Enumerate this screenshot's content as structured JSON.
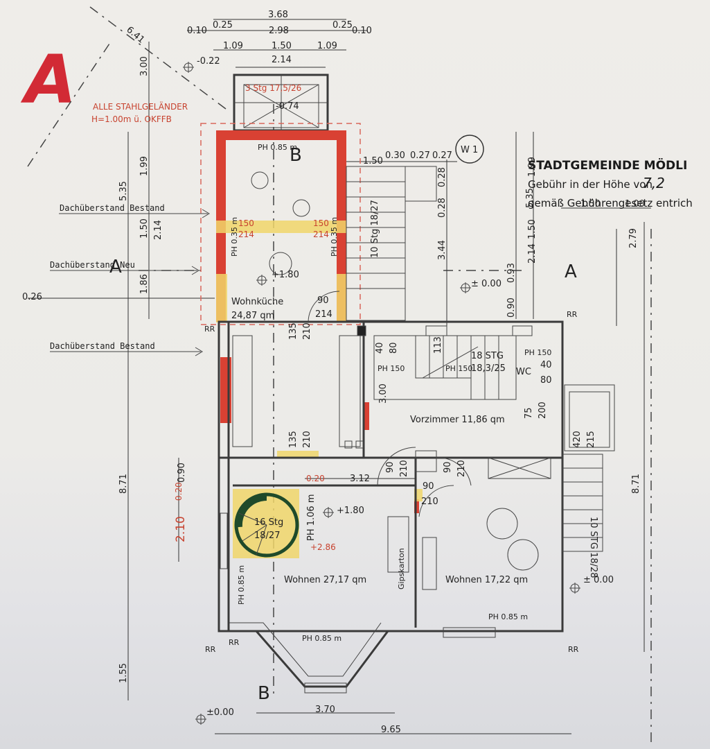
{
  "letters": {
    "big_a": "A",
    "section_left": "A",
    "section_right": "A",
    "section_b_top": "B",
    "section_b_bottom": "B"
  },
  "stamp": {
    "title": "STADTGEMEINDE MÖDLI",
    "line1": "Gebühr in der Höhe von",
    "line1_value": "7,2",
    "line2": "gemäß Gebührengesetz entrich"
  },
  "notes": {
    "railing_1": "ALLE STAHLGELÄNDER",
    "railing_2": "H=1.00m ü. OKFFB",
    "eave_1": "Dachüberstand Bestand",
    "eave_2": "Dachüberstand Neu",
    "eave_3": "Dachüberstand Bestand",
    "w1": "W 1",
    "rr_1": "RR",
    "rr_2": "RR",
    "rr_3": "RR",
    "rr_4": "RR",
    "rr_5": "RR"
  },
  "rooms": {
    "kitchen_name": "Wohnküche",
    "kitchen_area": "24,87 qm",
    "hall": "Vorzimmer 11,86 qm",
    "living_1": "Wohnen 27,17 qm",
    "living_2": "Wohnen 17,22 qm",
    "wc": "WC",
    "drywall": "Gipskarton"
  },
  "stairs": {
    "top_stair": "3 Stg 17,5/26",
    "side_stair": "10 Stg 18/27",
    "inner_stair_1": "18 STG",
    "inner_stair_2": "18,3/25",
    "right_stair": "10 STG 18/28",
    "spiral_1": "16 Stg",
    "spiral_2": "18/27"
  },
  "levels": {
    "top": "-0.74",
    "dim_top": "-0.22",
    "kitchen": "+1.80",
    "ground_right": "± 0.00",
    "living": "+1.80",
    "spiral": "+2.86",
    "right_low": "± 0.00",
    "bottom": "±0.00"
  },
  "parapets": {
    "ph_top": "PH 0.85 m",
    "ph_left": "PH 0.35 m",
    "ph_right": "PH 0.35 m",
    "ph_living": "PH 1.06 m",
    "ph_left_low": "PH 0.85 m",
    "ph_bay": "PH 0.85 m",
    "ph_right_low": "PH 0.85 m",
    "ph_wc": "PH 150",
    "ph_hall": "PH 150",
    "ph_stair": "PH 150"
  },
  "dimensions": {
    "d_368": "3.68",
    "d_010a": "0.10",
    "d_025a": "0.25",
    "d_298": "2.98",
    "d_025b": "0.25",
    "d_010b": "0.10",
    "d_109a": "1.09",
    "d_150": "1.50",
    "d_109b": "1.09",
    "d_214": "2.14",
    "d_641": "6.41",
    "d_300": "3.00",
    "d_199": "1.99",
    "d_535": "5.35",
    "d_150v": "1.50",
    "d_214v": "2.14",
    "d_186": "1.86",
    "d_026": "0.26",
    "d_150s": "1.50",
    "d_030": "0.30",
    "d_027a": "0.27",
    "d_027b": "0.27",
    "d_028a": "0.28",
    "d_028b": "0.28",
    "d_344": "3.44",
    "d_199r": "1.99",
    "d_535r": "5.35",
    "d_150r": "1.50",
    "d_214r": "2.14",
    "d_093": "0.93",
    "d_090r": "0.90",
    "d_279": "2.79",
    "d_150h": "1.50",
    "d_100": "1.00",
    "d_150w": "150",
    "d_214w": "214",
    "d_150w2": "150",
    "d_214w2": "214",
    "d_90": "90",
    "d_214d": "214",
    "d_210a": "210",
    "d_135a": "135",
    "d_40a": "40",
    "d_80a": "80",
    "d_113": "113",
    "d_40b": "40",
    "d_80b": "80",
    "d_300b": "3.00",
    "d_135b": "135",
    "d_210b": "210",
    "d_75": "75",
    "d_200": "200",
    "d_420": "420",
    "d_215": "215",
    "d_90a": "90",
    "d_210c": "210",
    "d_90b": "90",
    "d_210d": "210",
    "d_90c": "90",
    "d_210e": "210",
    "d_090": "0.90",
    "d_020a": "0.20",
    "d_020b": "0.20",
    "d_312": "3.12",
    "d_210red": "2.10",
    "d_871": "8.71",
    "d_871r": "8.71",
    "d_155": "1.55",
    "d_370": "3.70",
    "d_965": "9.65"
  },
  "colors": {
    "red_walls": "#d94133",
    "yellow_new": "#f0d66a",
    "red_marker": "#d22a35",
    "paper": "#ebe9e5"
  }
}
